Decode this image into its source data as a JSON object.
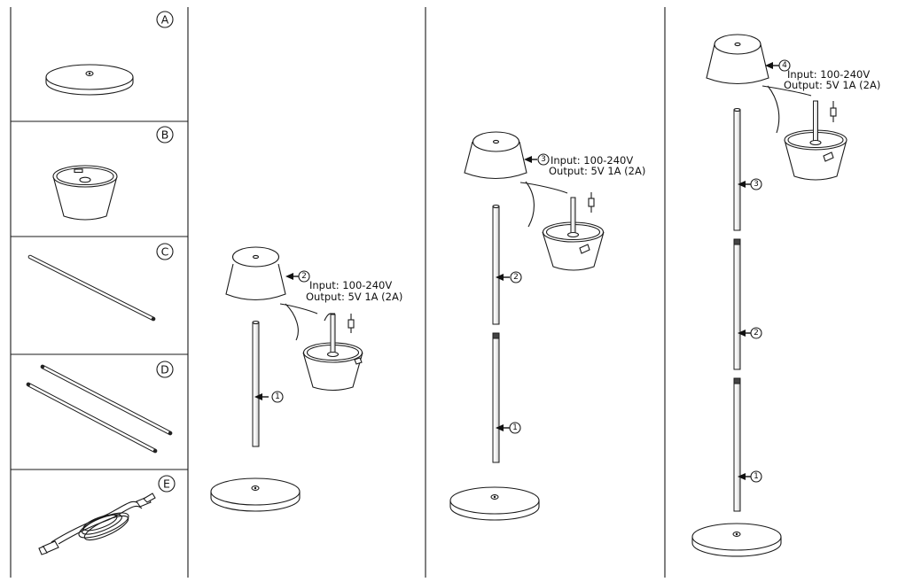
{
  "parts": [
    {
      "label": "A",
      "name": "base"
    },
    {
      "label": "B",
      "name": "battery-head"
    },
    {
      "label": "C",
      "name": "single-rod"
    },
    {
      "label": "D",
      "name": "rod-pair"
    },
    {
      "label": "E",
      "name": "usb-cable"
    }
  ],
  "spec": {
    "input": "Input:  100-240V",
    "output": "Output:  5V 1A  (2A)"
  },
  "steps": {
    "s1": "1",
    "s2": "2",
    "s3": "3",
    "s4": "4"
  },
  "panels": [
    "table-lamp",
    "mid-floor-lamp",
    "tall-floor-lamp"
  ]
}
